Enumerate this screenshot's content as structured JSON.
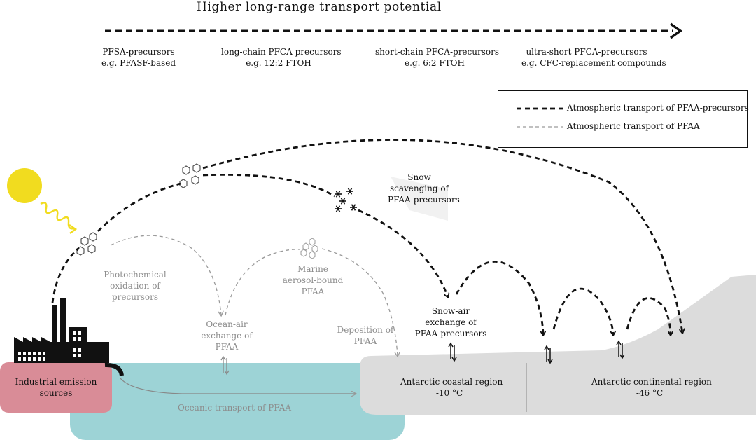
{
  "title": "Higher long-range transport potential",
  "precursor_classes": [
    {
      "name": "PFSA-precursors",
      "example": "e.g. PFASF-based"
    },
    {
      "name": "long-chain PFCA precursors",
      "example": "e.g. 12:2 FTOH"
    },
    {
      "name": "short-chain PFCA-precursors",
      "example": "e.g. 6:2 FTOH"
    },
    {
      "name": "ultra-short PFCA-precursors",
      "example": "e.g. CFC-replacement compounds"
    }
  ],
  "legend": {
    "precursor_transport": "Atmospheric transport of PFAA-precursors",
    "pfaa_transport": "Atmospheric transport of PFAA"
  },
  "labels": {
    "snow_scavenging": [
      "Snow",
      "scavenging of",
      "PFAA-precursors"
    ],
    "photochemical": [
      "Photochemical",
      "oxidation of",
      "precursors"
    ],
    "marine_aerosol": [
      "Marine",
      "aerosol-bound",
      "PFAA"
    ],
    "ocean_air": [
      "Ocean-air",
      "exchange of",
      "PFAA"
    ],
    "deposition": [
      "Deposition of",
      "PFAA"
    ],
    "snow_air": [
      "Snow-air",
      "exchange of",
      "PFAA-precursors"
    ],
    "industrial": [
      "Industrial emission",
      "sources"
    ],
    "oceanic_transport": "Oceanic transport of PFAA",
    "coastal": [
      "Antarctic coastal region",
      "-10 °C"
    ],
    "continental": [
      "Antarctic continental region",
      "-46 °C"
    ]
  },
  "colors": {
    "ocean": "#9dd3d6",
    "land": "#dcdcdc",
    "industry_box": "#d98c97",
    "sun": "#f1dc1f",
    "precursor_line": "#111111",
    "pfaa_line": "#9a9a9a"
  }
}
